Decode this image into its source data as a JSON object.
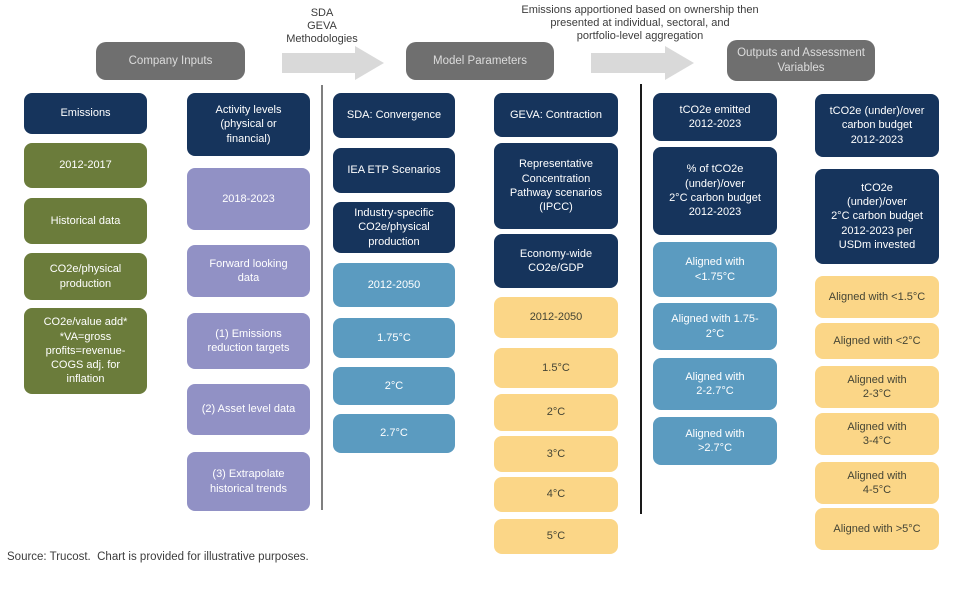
{
  "annotations": {
    "methodologies_note": "SDA\nGEVA\nMethodologies",
    "apportionment_note": "Emissions apportioned based on ownership then\npresented at individual, sectoral, and\nportfolio-level aggregation"
  },
  "headers": {
    "company_inputs": "Company Inputs",
    "model_parameters": "Model Parameters",
    "outputs": "Outputs and Assessment Variables"
  },
  "columns": [
    {
      "group": "Company Inputs",
      "boxes": [
        {
          "label": "Emissions",
          "style": "navy"
        },
        {
          "label": "2012-2017",
          "style": "olive"
        },
        {
          "label": "Historical data",
          "style": "olive"
        },
        {
          "label": "CO2e/physical\nproduction",
          "style": "olive"
        },
        {
          "label": "CO2e/value add*\n*VA=gross\nprofits=revenue-\nCOGS adj. for\ninflation",
          "style": "olive"
        }
      ]
    },
    {
      "group": "Company Inputs",
      "boxes": [
        {
          "label": "Activity levels\n(physical or\nfinancial)",
          "style": "navy"
        },
        {
          "label": "2018-2023",
          "style": "lavender"
        },
        {
          "label": "Forward looking\ndata",
          "style": "lavender"
        },
        {
          "label": "(1) Emissions\nreduction targets",
          "style": "lavender"
        },
        {
          "label": "(2) Asset level data",
          "style": "lavender"
        },
        {
          "label": "(3) Extrapolate\nhistorical trends",
          "style": "lavender"
        }
      ]
    },
    {
      "group": "Model Parameters",
      "boxes": [
        {
          "label": "SDA: Convergence",
          "style": "navy"
        },
        {
          "label": "IEA ETP Scenarios",
          "style": "navy"
        },
        {
          "label": "Industry-specific\nCO2e/physical\nproduction",
          "style": "navy"
        },
        {
          "label": "2012-2050",
          "style": "lblue"
        },
        {
          "label": "1.75°C",
          "style": "lblue"
        },
        {
          "label": "2°C",
          "style": "lblue"
        },
        {
          "label": "2.7°C",
          "style": "lblue"
        }
      ]
    },
    {
      "group": "Model Parameters",
      "boxes": [
        {
          "label": "GEVA: Contraction",
          "style": "navy"
        },
        {
          "label": "Representative\nConcentration\nPathway scenarios\n(IPCC)",
          "style": "navy"
        },
        {
          "label": "Economy-wide\nCO2e/GDP",
          "style": "navy"
        },
        {
          "label": "2012-2050",
          "style": "sand"
        },
        {
          "label": "1.5°C",
          "style": "sand"
        },
        {
          "label": "2°C",
          "style": "sand"
        },
        {
          "label": "3°C",
          "style": "sand"
        },
        {
          "label": "4°C",
          "style": "sand"
        },
        {
          "label": "5°C",
          "style": "sand"
        }
      ]
    },
    {
      "group": "Outputs and Assessment Variables",
      "boxes": [
        {
          "label": "tCO2e emitted\n2012-2023",
          "style": "navy"
        },
        {
          "label": "% of tCO2e\n(under)/over\n2°C carbon budget\n2012-2023",
          "style": "navy"
        },
        {
          "label": "Aligned with\n<1.75°C",
          "style": "lblue"
        },
        {
          "label": "Aligned with 1.75-\n2°C",
          "style": "lblue"
        },
        {
          "label": "Aligned with\n2-2.7°C",
          "style": "lblue"
        },
        {
          "label": "Aligned with\n>2.7°C",
          "style": "lblue"
        }
      ]
    },
    {
      "group": "Outputs and Assessment Variables",
      "boxes": [
        {
          "label": "tCO2e (under)/over\ncarbon budget\n2012-2023",
          "style": "navy"
        },
        {
          "label": "tCO2e\n(under)/over\n2°C carbon budget\n2012-2023 per\nUSDm invested",
          "style": "navy"
        },
        {
          "label": "Aligned with <1.5°C",
          "style": "sand"
        },
        {
          "label": "Aligned with <2°C",
          "style": "sand"
        },
        {
          "label": "Aligned with\n2-3°C",
          "style": "sand"
        },
        {
          "label": "Aligned with\n3-4°C",
          "style": "sand"
        },
        {
          "label": "Aligned with\n4-5°C",
          "style": "sand"
        },
        {
          "label": "Aligned with >5°C",
          "style": "sand"
        }
      ]
    }
  ],
  "source_note": "Source: Trucost.  Chart is provided for illustrative purposes.",
  "colors": {
    "navy": "#16345c",
    "olive": "#6b7c3b",
    "lavender": "#9191c5",
    "light_blue": "#5b9bc0",
    "sand_yellow": "#fbd687",
    "header_gray": "#6f6f6f",
    "arrow_gray": "#d9d9d9",
    "divider_gray": "#7f7f7f",
    "divider_dark": "#1a1a1a"
  }
}
